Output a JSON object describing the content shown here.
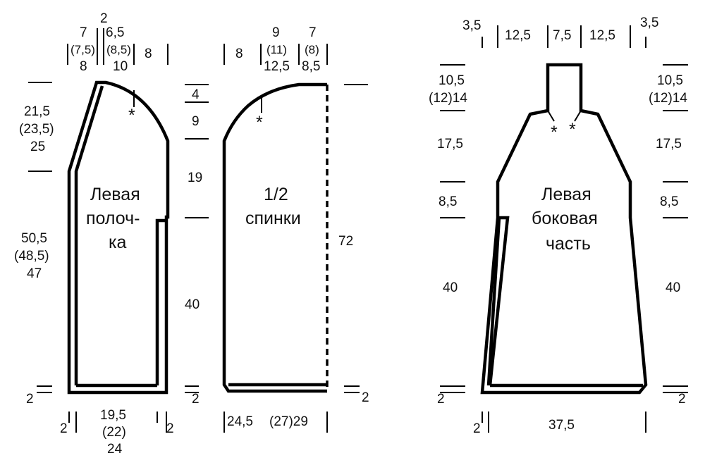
{
  "front": {
    "title": [
      "Левая",
      "полоч-",
      "ка"
    ],
    "top": {
      "a": "7",
      "a2": "(7,5)",
      "a3": "8",
      "b": "2",
      "c": "6,5",
      "c2": "(8,5)",
      "c3": "10",
      "d": "8"
    },
    "left": {
      "upper": [
        "21,5",
        "(23,5)",
        "25"
      ],
      "lower": [
        "50,5",
        "(48,5)",
        "47"
      ],
      "hem": "2"
    },
    "bottom": {
      "left": "2",
      "mid": [
        "19,5",
        "(22)",
        "24"
      ],
      "right": "2"
    }
  },
  "middle": {
    "a": "4",
    "b": "9",
    "c": "19",
    "d": "40",
    "hem": "2"
  },
  "back": {
    "title": [
      "1/2",
      "спинки"
    ],
    "top": {
      "a": "8",
      "b": "9",
      "b2": "(11)",
      "b3": "12,5",
      "c": "7",
      "c2": "(8)",
      "c3": "8,5"
    },
    "right": {
      "total": "72",
      "hem": "2"
    },
    "bottom": {
      "a": "24,5",
      "b": "(27)29"
    }
  },
  "side": {
    "title": [
      "Левая",
      "боковая",
      "часть"
    ],
    "top": {
      "a": "3,5",
      "b": "12,5",
      "c": "7,5",
      "d": "12,5",
      "e": "3,5"
    },
    "left": {
      "a": [
        "10,5",
        "(12)14"
      ],
      "b": "17,5",
      "c": "8,5",
      "d": "40",
      "hem": "2"
    },
    "right": {
      "a": [
        "10,5",
        "(12)14"
      ],
      "b": "17,5",
      "c": "8,5",
      "d": "40",
      "hem": "2"
    },
    "bottom": {
      "left": "2",
      "mid": "37,5"
    }
  },
  "star": "*"
}
